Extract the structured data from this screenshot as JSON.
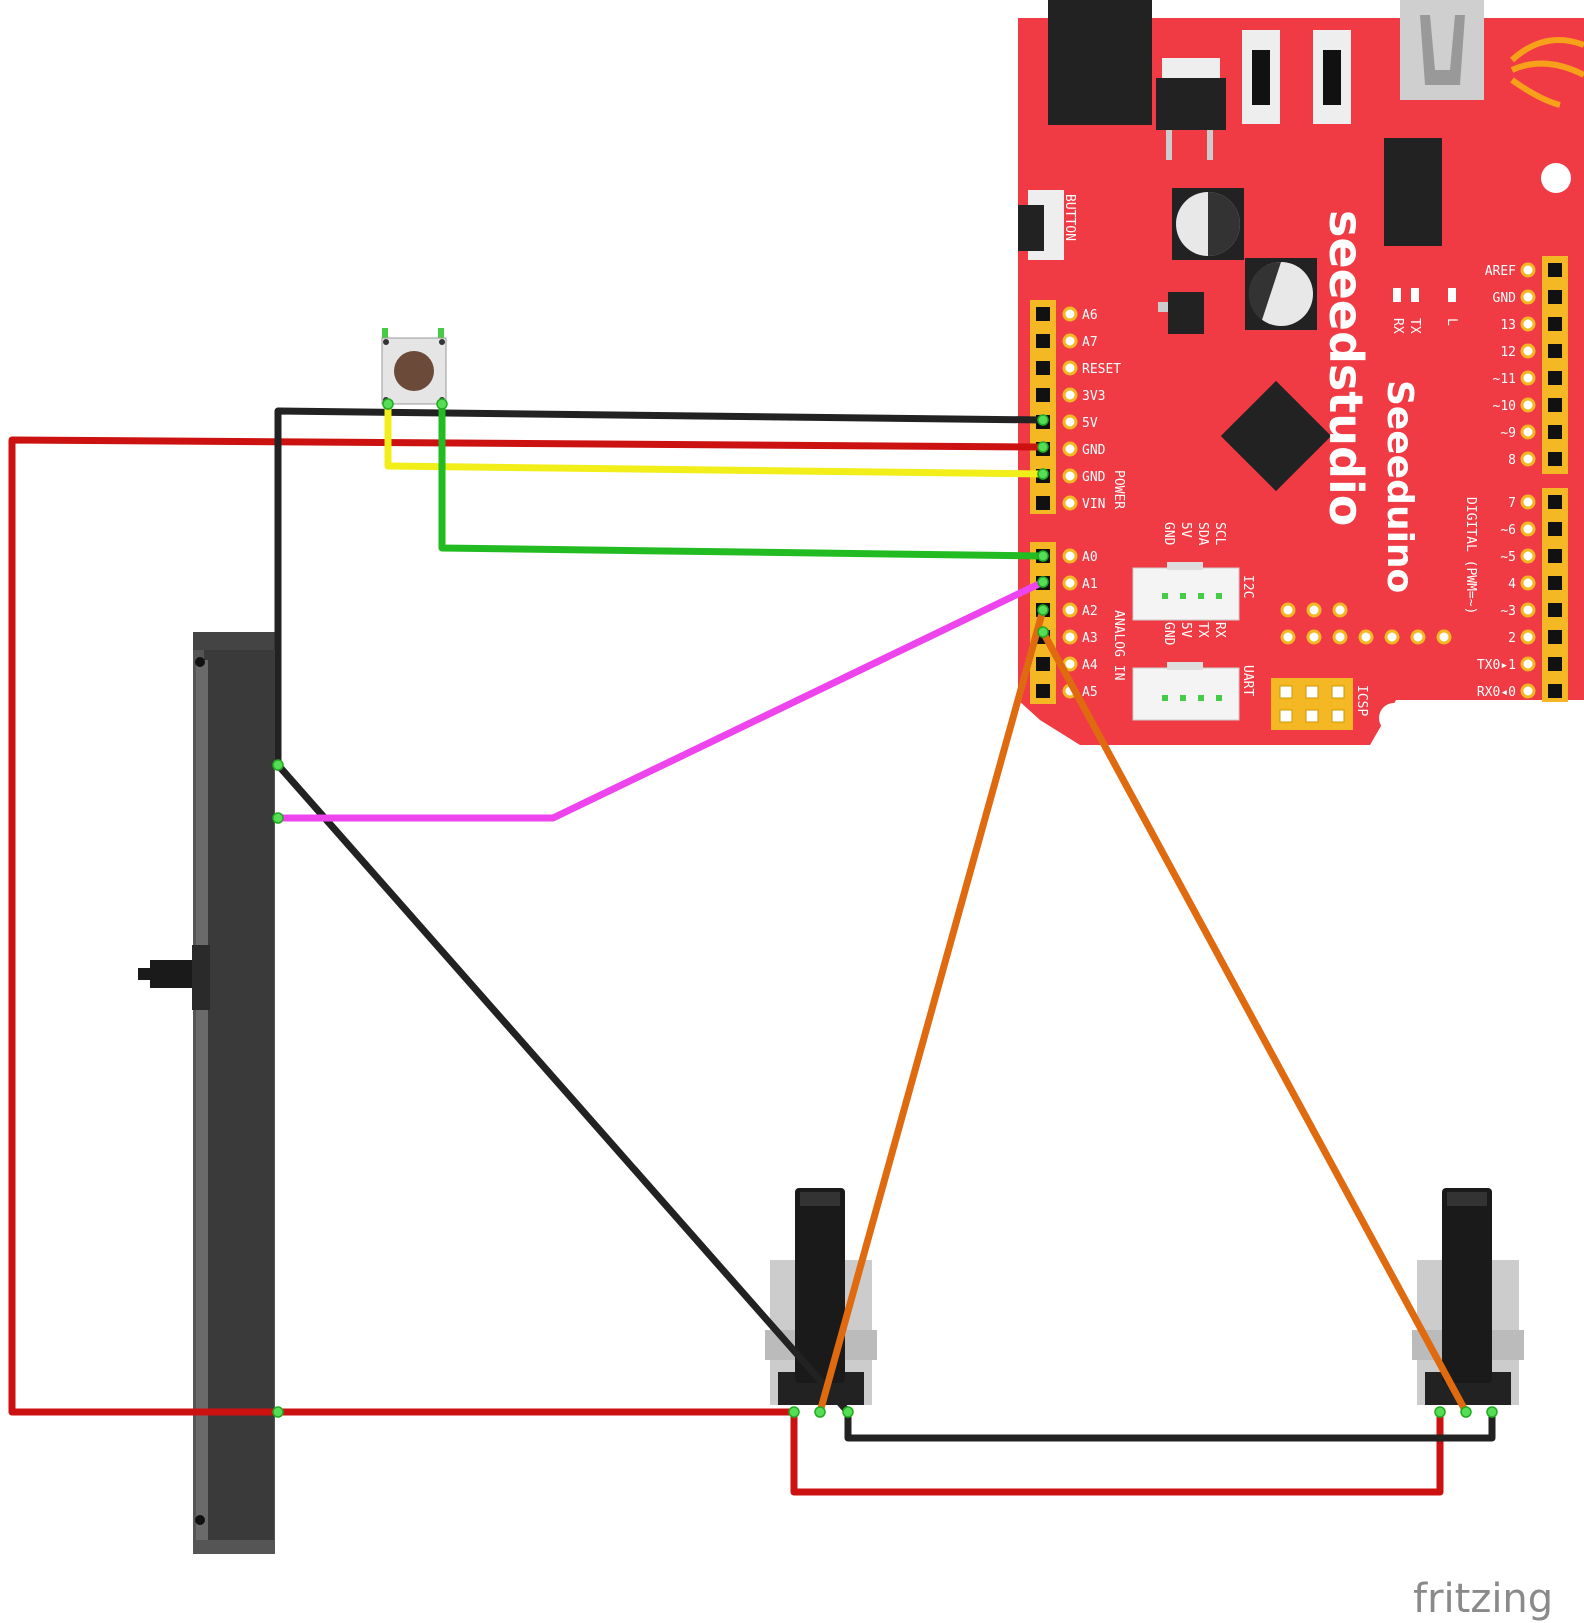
{
  "board": {
    "brand": "seeedstudio",
    "model": "Seeeduino",
    "button_label": "BUTTON",
    "power_pins": [
      "A6",
      "A7",
      "RESET",
      "3V3",
      "5V",
      "GND",
      "GND",
      "VIN"
    ],
    "power_group": "POWER",
    "analog_pins": [
      "A0",
      "A1",
      "A2",
      "A3",
      "A4",
      "A5"
    ],
    "analog_group": "ANALOG IN",
    "digital_pins_top": [
      "AREF",
      "GND",
      "13",
      "12",
      "~11",
      "~10",
      "~9",
      "8"
    ],
    "digital_pins_bottom": [
      "7",
      "~6",
      "~5",
      "4",
      "~3",
      "2",
      "TX0▸1",
      "RX0◂0"
    ],
    "digital_group": "DIGITAL (PWM=~)",
    "i2c_label": "I2C",
    "i2c_pins": [
      "SCL",
      "SDA",
      "5V",
      "GND"
    ],
    "uart_label": "UART",
    "uart_pins": [
      "RX",
      "TX",
      "5V",
      "GND"
    ],
    "icsp_label": "ICSP",
    "led_labels": [
      "TX",
      "RX",
      "L"
    ],
    "color": "#f03a44"
  },
  "wires": {
    "red": "#cc1111",
    "black": "#222222",
    "yellow": "#f2ee1a",
    "green": "#22bb22",
    "magenta": "#ee44ee",
    "orange": "#e06a10"
  },
  "footer": {
    "logo": "fritzing"
  }
}
